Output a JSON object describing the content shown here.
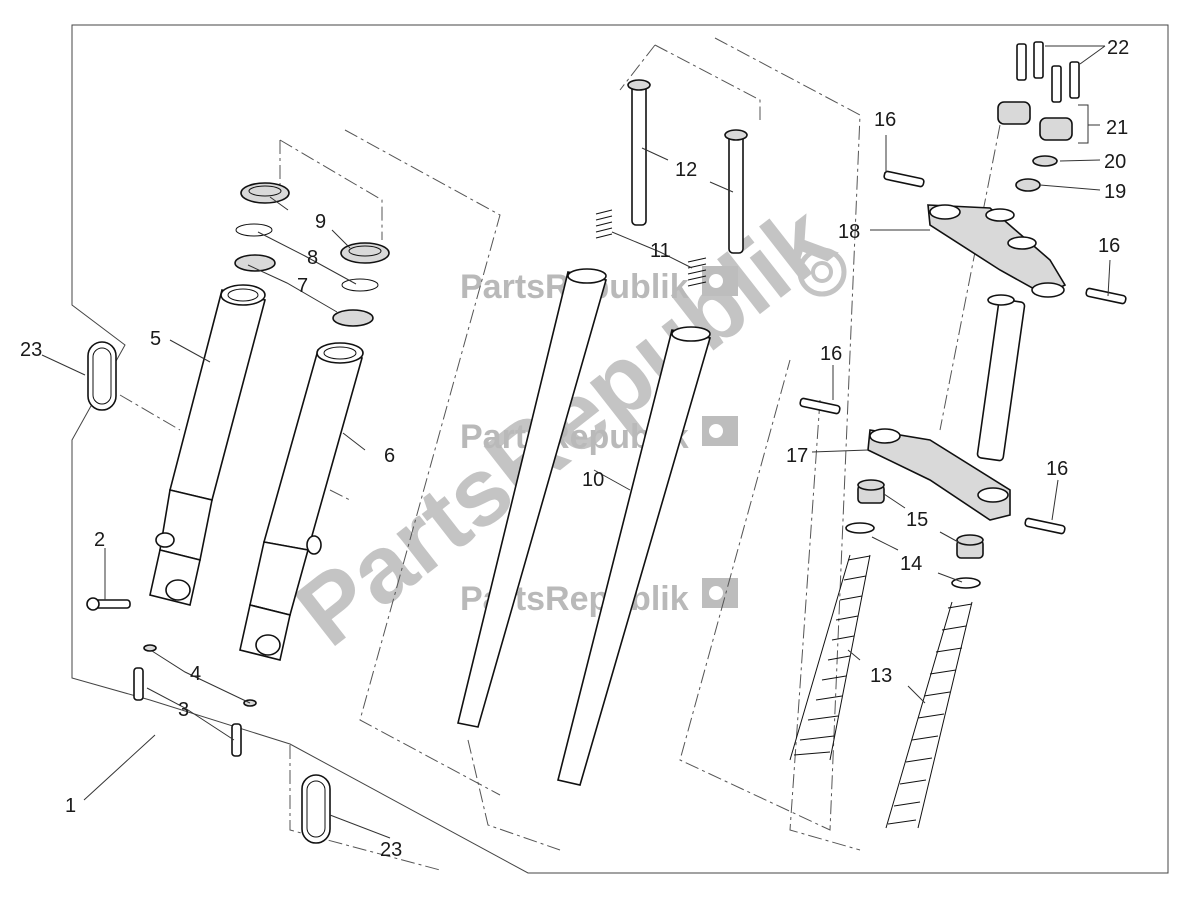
{
  "watermark": {
    "small": "PartsRepublik",
    "big": "PartsRepublik"
  },
  "callouts": [
    "1",
    "2",
    "3",
    "4",
    "5",
    "6",
    "7",
    "8",
    "9",
    "10",
    "11",
    "12",
    "13",
    "14",
    "15",
    "16",
    "16",
    "16",
    "16",
    "17",
    "18",
    "19",
    "20",
    "21",
    "22",
    "23",
    "23"
  ]
}
